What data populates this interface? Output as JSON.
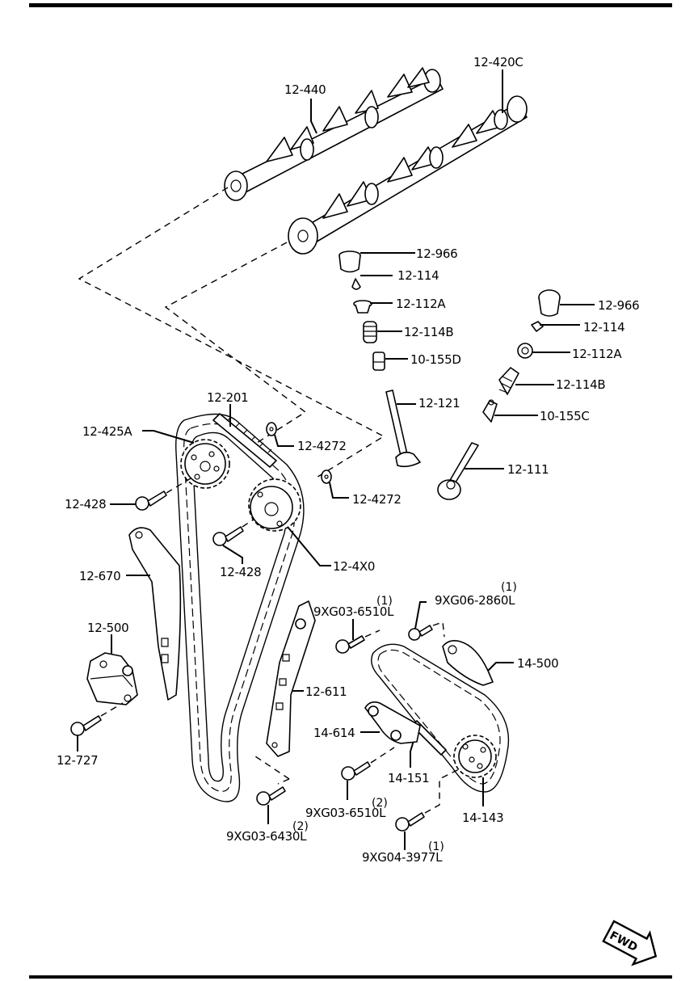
{
  "diagram": {
    "title": "Timing Chain & Camshaft Exploded View",
    "direction_badge": "FWD",
    "parts": {
      "p12_420C": "12-420C",
      "p12_440": "12-440",
      "p12_966_a": "12-966",
      "p12_114_a": "12-114",
      "p12_112A_a": "12-112A",
      "p12_114B_a": "12-114B",
      "p10_155D": "10-155D",
      "p12_966_b": "12-966",
      "p12_114_b": "12-114",
      "p12_112A_b": "12-112A",
      "p12_114B_b": "12-114B",
      "p10_155C": "10-155C",
      "p12_121": "12-121",
      "p12_111": "12-111",
      "p12_201": "12-201",
      "p12_425A": "12-425A",
      "p12_4272_a": "12-4272",
      "p12_4272_b": "12-4272",
      "p12_428_a": "12-428",
      "p12_428_b": "12-428",
      "p12_4X0": "12-4X0",
      "p12_670": "12-670",
      "p12_500": "12-500",
      "p12_727": "12-727",
      "p12_611": "12-611",
      "p9XG03_6510L_a": "9XG03-6510L",
      "p9XG03_6510L_a_qty": "(1)",
      "p9XG06_2860L": "9XG06-2860L",
      "p9XG06_2860L_qty": "(1)",
      "p14_500": "14-500",
      "p14_614": "14-614",
      "p14_151": "14-151",
      "p14_143": "14-143",
      "p9XG03_6510L_b": "9XG03-6510L",
      "p9XG03_6510L_b_qty": "(2)",
      "p9XG03_6430L": "9XG03-6430L",
      "p9XG03_6430L_qty": "(2)",
      "p9XG04_3977L": "9XG04-3977L",
      "p9XG04_3977L_qty": "(1)"
    }
  }
}
